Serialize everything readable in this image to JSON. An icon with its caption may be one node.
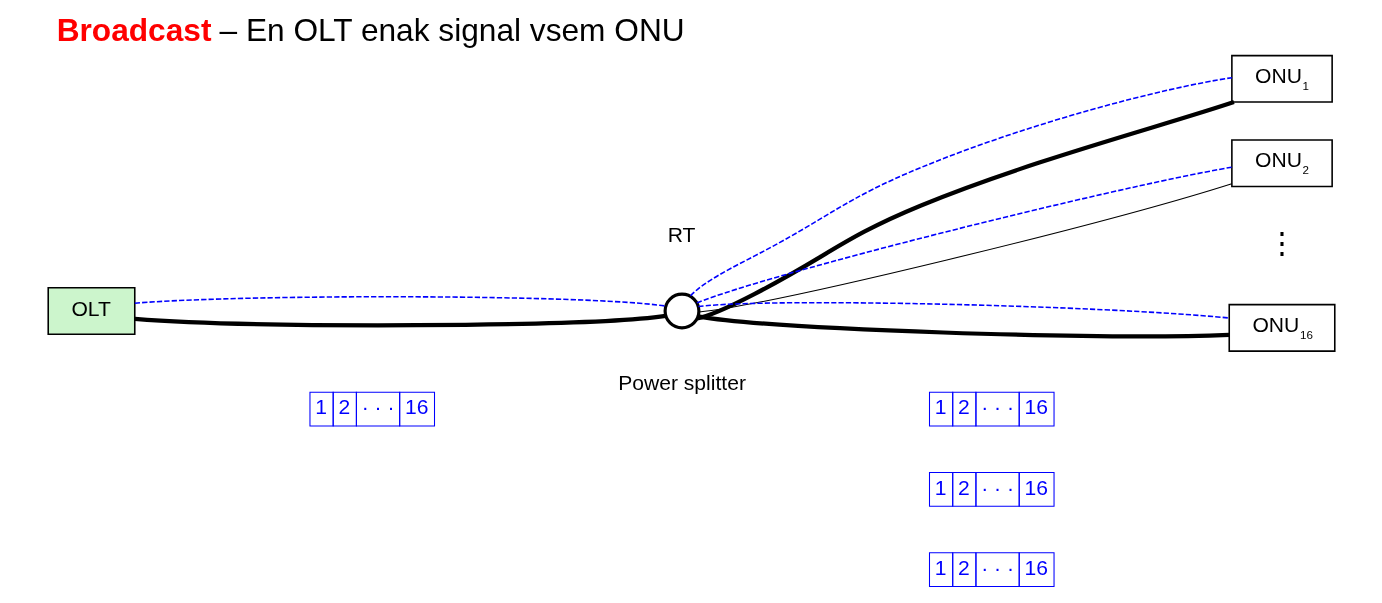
{
  "diagram": {
    "title": "**Broadcast** – En OLT enak signal vsem ONU",
    "nodes": [
      {
        "text": [
          "OLT"
        ]
      },
      {
        "text": [],
        "shape": "circle",
        "beside": [
          "RT",
          "Power splitter"
        ]
      },
      {
        "text": [
          "ONU$_{1}$"
        ]
      },
      {
        "text": [
          "ONU$_{2}$"
        ]
      },
      {
        "text": [
          "ONU$_{16}$"
        ]
      }
    ],
    "edges": [
      {
        "from": 0,
        "to": 1,
        "arrow": "none",
        "style": "thick"
      },
      {
        "from": 0,
        "to": 1,
        "arrow": "none",
        "style": "dashed",
        "color": "#0000ff"
      },
      {
        "from": 1,
        "to": 2,
        "arrow": "none",
        "style": "thick"
      },
      {
        "from": 1,
        "to": 2,
        "arrow": "none",
        "style": "dashed",
        "color": "#0000ff"
      },
      {
        "from": 1,
        "to": 3,
        "arrow": "none"
      },
      {
        "from": 1,
        "to": 3,
        "arrow": "none",
        "style": "dashed",
        "color": "#0000ff"
      },
      {
        "from": 1,
        "to": 4,
        "arrow": "none",
        "style": "thick"
      },
      {
        "from": 1,
        "to": 4,
        "arrow": "none",
        "style": "dashed",
        "color": "#0000ff"
      }
    ],
    "labels": [
      "1",
      "2",
      "· · ·",
      "16",
      "1",
      "2",
      "· · ·",
      "16",
      "1",
      "2",
      "· · ·",
      "16",
      "1",
      "2",
      "· · ·",
      "16",
      "⋮"
    ]
  }
}
